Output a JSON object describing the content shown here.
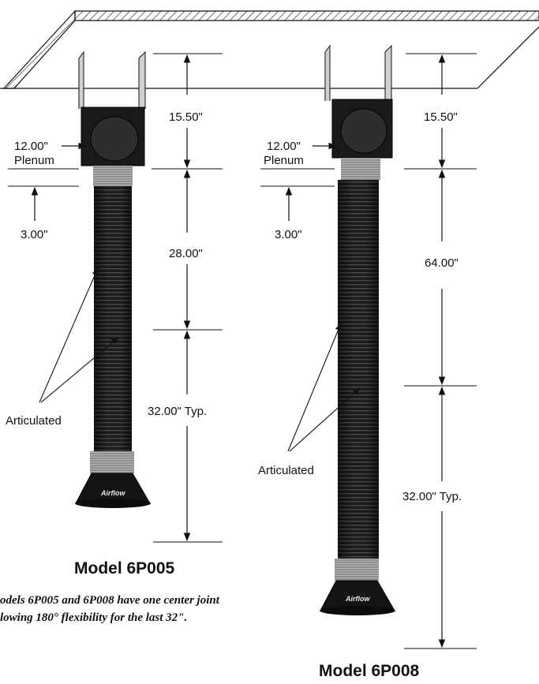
{
  "models": [
    {
      "model_label": "Model 6P005",
      "plenum_size": "12.00\"",
      "plenum_label": "Plenum",
      "collar_dim": "3.00\"",
      "top_dim": "15.50\"",
      "mid_dim": "28.00\"",
      "bottom_dim": "32.00\" Typ.",
      "callout": "Articulated",
      "hood_brand": "Airflow"
    },
    {
      "model_label": "Model 6P008",
      "plenum_size": "12.00\"",
      "plenum_label": "Plenum",
      "collar_dim": "3.00\"",
      "top_dim": "15.50\"",
      "mid_dim": "64.00\"",
      "bottom_dim": "32.00\" Typ.",
      "callout": "Articulated",
      "hood_brand": "Airflow"
    }
  ],
  "note": {
    "line1": "odels 6P005 and 6P008 have one center joint",
    "line2": "lowing 180° flexibility for the last 32\"."
  },
  "colors": {
    "line": "#111111",
    "hose": "#1c1c1c",
    "collar": "#8a8a8a",
    "bracket": "#c9c9c9"
  }
}
